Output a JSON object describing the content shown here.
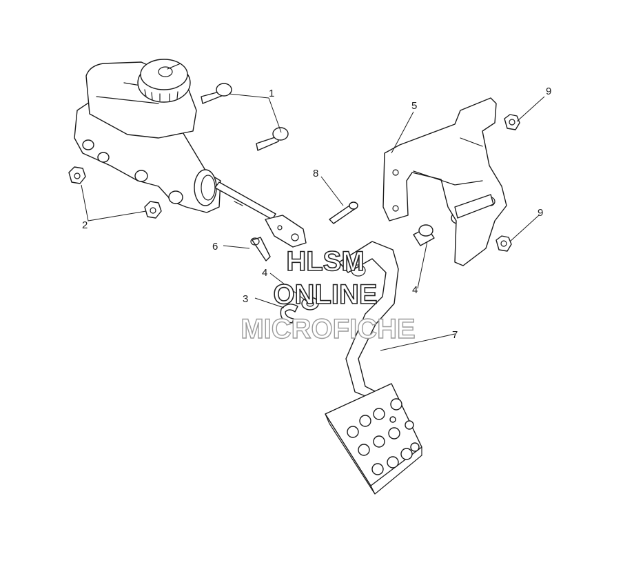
{
  "callouts": [
    "1",
    "2",
    "3",
    "4",
    "4",
    "5",
    "6",
    "7",
    "8",
    "9",
    "9"
  ],
  "watermark": {
    "line1": "HLSM",
    "line2": "ONLINE",
    "line3": "MICROFICHE"
  },
  "colors": {
    "ink": "#1a1a1a",
    "paper": "#ffffff",
    "watermark_stroke_dark": "#222222",
    "watermark_stroke_light": "#9a9a9a"
  }
}
